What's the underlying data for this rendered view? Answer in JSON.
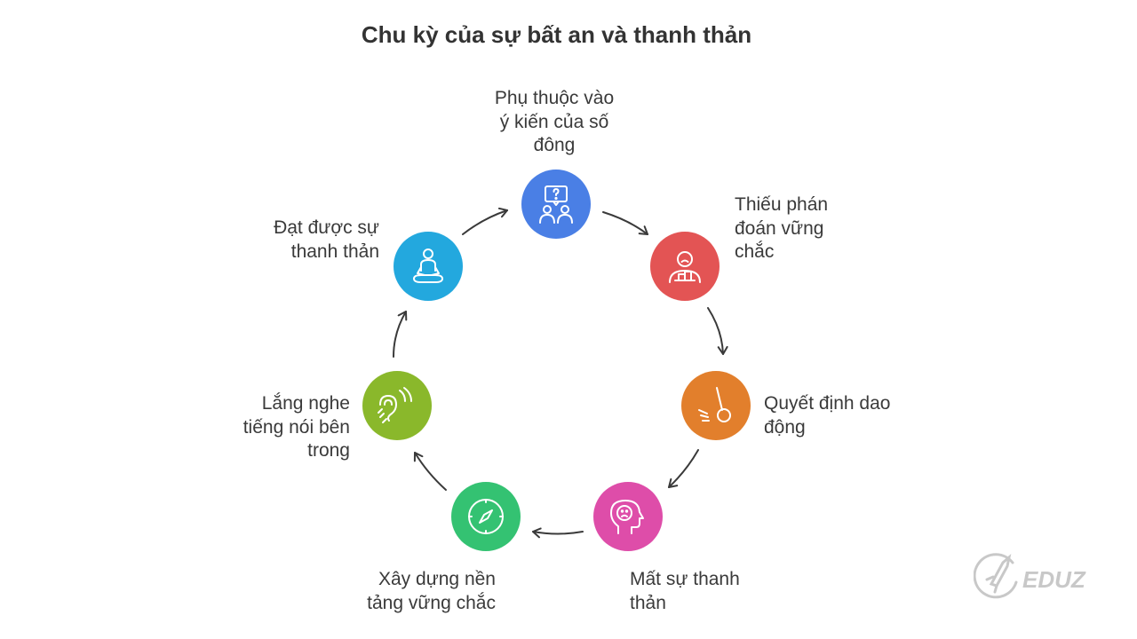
{
  "title": "Chu kỳ của sự bất an và thanh thản",
  "nodes": [
    {
      "label_lines": [
        "Phụ thuộc vào",
        "ý kiến của số",
        "đông"
      ],
      "icon": "people-question-icon",
      "color": "#4a7fe5"
    },
    {
      "label_lines": [
        "Thiếu phán",
        "đoán vững",
        "chắc"
      ],
      "icon": "sad-person-blocks-icon",
      "color": "#e35454"
    },
    {
      "label_lines": [
        "Quyết định dao",
        "động"
      ],
      "icon": "pendulum-icon",
      "color": "#e27f2c"
    },
    {
      "label_lines": [
        "Mất sự thanh",
        "thản"
      ],
      "icon": "sad-head-icon",
      "color": "#de4da9"
    },
    {
      "label_lines": [
        "Xây dựng nền",
        "tảng vững chắc"
      ],
      "icon": "compass-icon",
      "color": "#34c272"
    },
    {
      "label_lines": [
        "Lắng nghe",
        "tiếng nói bên",
        "trong"
      ],
      "icon": "hearing-ear-icon",
      "color": "#8ab82b"
    },
    {
      "label_lines": [
        "Đạt được sự",
        "thanh thản"
      ],
      "icon": "meditation-icon",
      "color": "#23a8de"
    }
  ],
  "watermark": {
    "text": "EDUZ",
    "icon": "rocket-logo-icon",
    "color": "#c8c8c8"
  }
}
